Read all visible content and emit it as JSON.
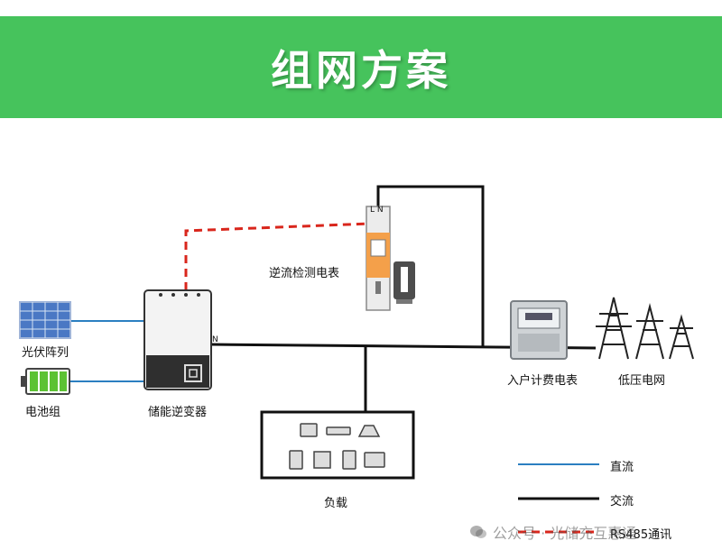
{
  "banner": {
    "title": "组网方案"
  },
  "labels": {
    "pv_array": "光伏阵列",
    "battery": "电池组",
    "inverter": "储能逆变器",
    "backflow_meter": "逆流检测电表",
    "household_meter": "入户计费电表",
    "grid": "低压电网",
    "load": "负载",
    "n_marker": "N",
    "meter_ln": "L N"
  },
  "legend": [
    {
      "label": "直流",
      "color": "#2b7fc1",
      "style": "solid"
    },
    {
      "label": "交流",
      "color": "#111111",
      "style": "solid"
    },
    {
      "label": "RS485通讯",
      "color": "#d9261c",
      "style": "dashed"
    }
  ],
  "watermark": {
    "text": "公众号 · 光储充互惠通"
  },
  "colors": {
    "banner": "#46c35c",
    "dc": "#2b7fc1",
    "ac": "#111111",
    "rs485": "#d9261c"
  }
}
